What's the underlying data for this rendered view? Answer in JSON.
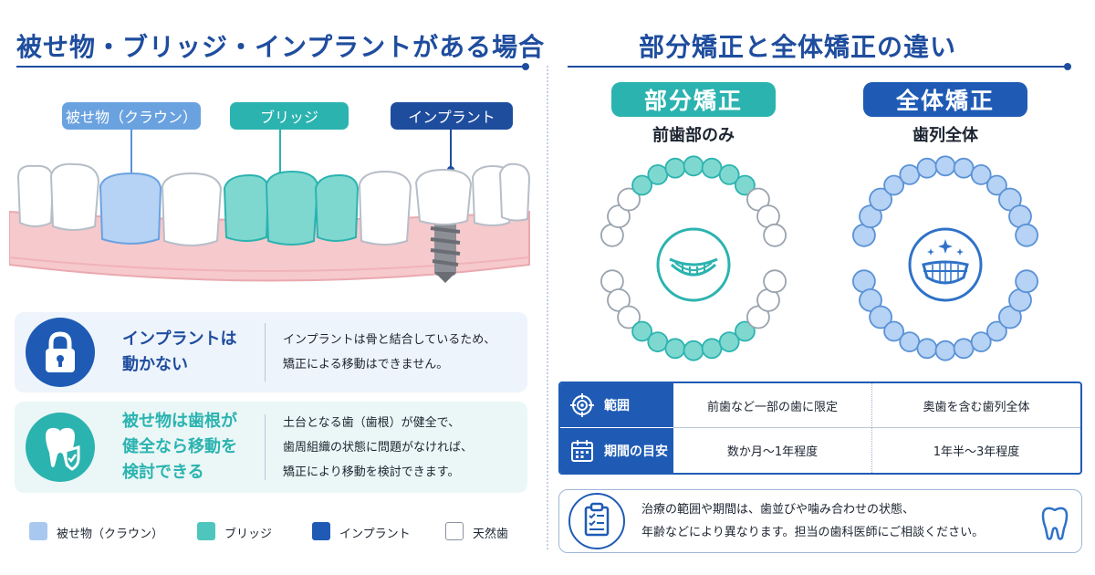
{
  "left": {
    "title": "被せ物・ブリッジ・インプラントがある場合",
    "callouts": {
      "crown": "被せ物（クラウン）",
      "bridge": "ブリッジ",
      "implant": "インプラント"
    },
    "cards": [
      {
        "icon": "lock-icon",
        "heading_lines": [
          "インプラントは",
          "動かない"
        ],
        "body_lines": [
          "インプラントは骨と結合しているため、",
          "矯正による移動はできません。"
        ]
      },
      {
        "icon": "tooth-shield-icon",
        "heading_lines": [
          "被せ物は歯根が",
          "健全なら移動を",
          "検討できる"
        ],
        "body_lines": [
          "土台となる歯（歯根）が健全で、",
          "歯周組織の状態に問題がなければ、",
          "矯正により移動を検討できます。"
        ]
      }
    ],
    "legend": [
      {
        "label": "被せ物（クラウン）",
        "color": "#a9c8f0"
      },
      {
        "label": "ブリッジ",
        "color": "#4fc6bd"
      },
      {
        "label": "インプラント",
        "color": "#1f5bb5"
      },
      {
        "label": "天然歯",
        "color": "#ffffff"
      }
    ]
  },
  "right": {
    "title": "部分矯正と全体矯正の違い",
    "partial": {
      "label": "部分矯正",
      "subtitle": "前歯部のみ",
      "color": "#2bb3b0"
    },
    "full": {
      "label": "全体矯正",
      "subtitle": "歯列全体",
      "color": "#1f5bb5"
    },
    "table": {
      "rows": [
        {
          "icon": "target-icon",
          "label": "範囲",
          "partial": "前歯など一部の歯に限定",
          "full": "奥歯を含む歯列全体"
        },
        {
          "icon": "calendar-icon",
          "label": "期間の目安",
          "partial": "数か月〜1年程度",
          "full": "1年半〜3年程度"
        }
      ]
    },
    "note": {
      "icon": "clipboard-icon",
      "lines": [
        "治療の範囲や期間は、歯並びや噛み合わせの状態、",
        "年齢などにより異なります。担当の歯科医師にご相談ください。"
      ],
      "end_icon": "tooth-outline-icon"
    }
  },
  "colors": {
    "navy": "#1f4d9e",
    "blue": "#1f5bb5",
    "teal": "#2bb3b0",
    "light_blue": "#a9c8f0",
    "gum": "#f6c9cc"
  }
}
